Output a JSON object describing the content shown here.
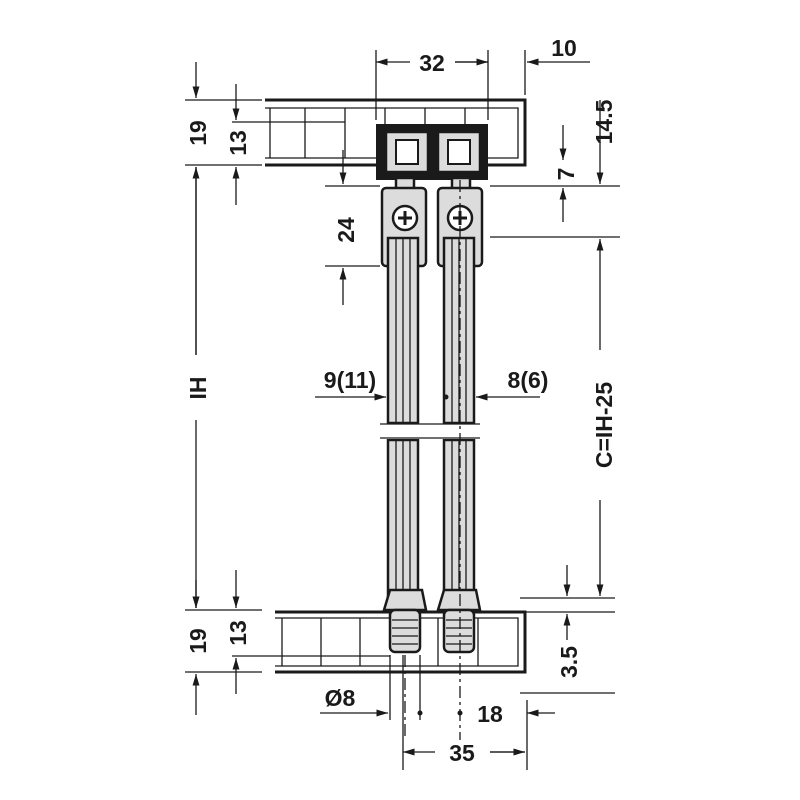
{
  "drawing": {
    "dimensions": {
      "top_width": "32",
      "top_offset": "10",
      "top_rail_height": "19",
      "top_rail_inner": "13",
      "top_right_height": "14.5",
      "top_right_gap": "7",
      "carrier_height": "24",
      "inner_height": "IH",
      "left_rod": "9(11)",
      "right_rod": "8(6)",
      "cut_length": "C=IH-25",
      "bottom_rail_height": "19",
      "bottom_rail_inner": "13",
      "bottom_right_height": "3.5",
      "pin_diameter": "Ø8",
      "pin_offset": "18",
      "bottom_width": "35"
    },
    "colors": {
      "line": "#1a1a1a",
      "part_fill": "#dcdcdc"
    }
  }
}
